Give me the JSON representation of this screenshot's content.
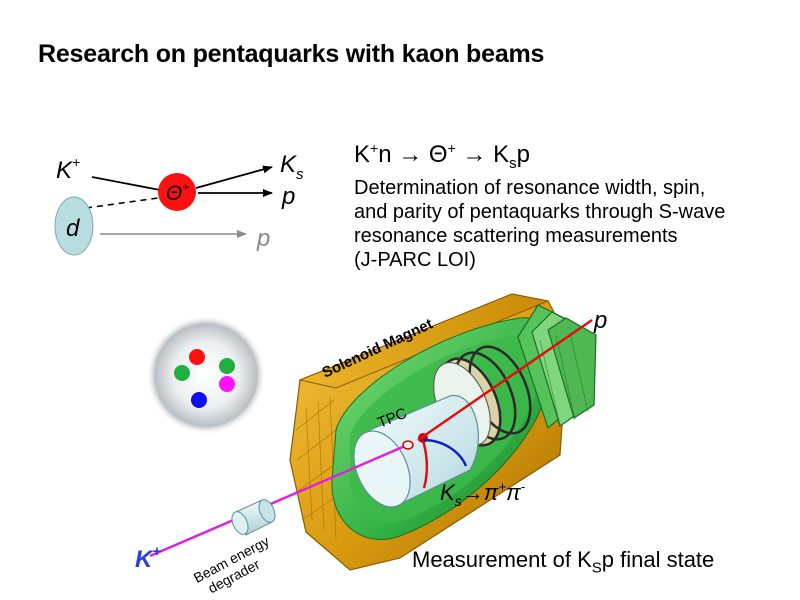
{
  "title": "Research on pentaquarks with kaon beams",
  "feynman": {
    "kplus": "K",
    "kplus_sup": "+",
    "ks": "K",
    "ks_sub": "s",
    "p_out": "p",
    "deuteron": "d",
    "p_spectator": "p",
    "theta": "Θ",
    "theta_sup": "+"
  },
  "reaction": {
    "k": "K",
    "k_sup": "+",
    "n": "n → Θ",
    "theta_sup": "+",
    "arrow_ks": " → K",
    "ks_sub": "s",
    "p": "p"
  },
  "description": {
    "line1": "Determination of resonance width, spin,",
    "line2": "and parity of pentaquarks through S-wave",
    "line3": "resonance scattering measurements",
    "line4": "(J-PARC LOI)"
  },
  "detector": {
    "solenoid_label": "Solenoid Magnet",
    "tpc_label": "TPC",
    "proton_label": "p",
    "decay_k": "K",
    "decay_sub": "s",
    "decay_arrow": "→",
    "decay_pi1": "π",
    "decay_pi1_sup": "+",
    "decay_pi2": "π",
    "decay_pi2_sup": "-",
    "beam_k": "K",
    "beam_k_sup": "+",
    "degrader_line1": "Beam energy",
    "degrader_line2": "degrader"
  },
  "caption": {
    "prefix": "Measurement of K",
    "sub": "S",
    "suffix": "p final state"
  },
  "colors": {
    "solenoid": "#e0a010",
    "tpc_green": "#3db84a",
    "beam": "#e020e0",
    "proton_track": "#e01010",
    "theta_ball": "#ff1010",
    "deuteron": "#b8dde0",
    "quark_red": "#ff1010",
    "quark_green": "#20b040",
    "quark_blue": "#1010ee",
    "quark_magenta": "#ff10ff"
  }
}
